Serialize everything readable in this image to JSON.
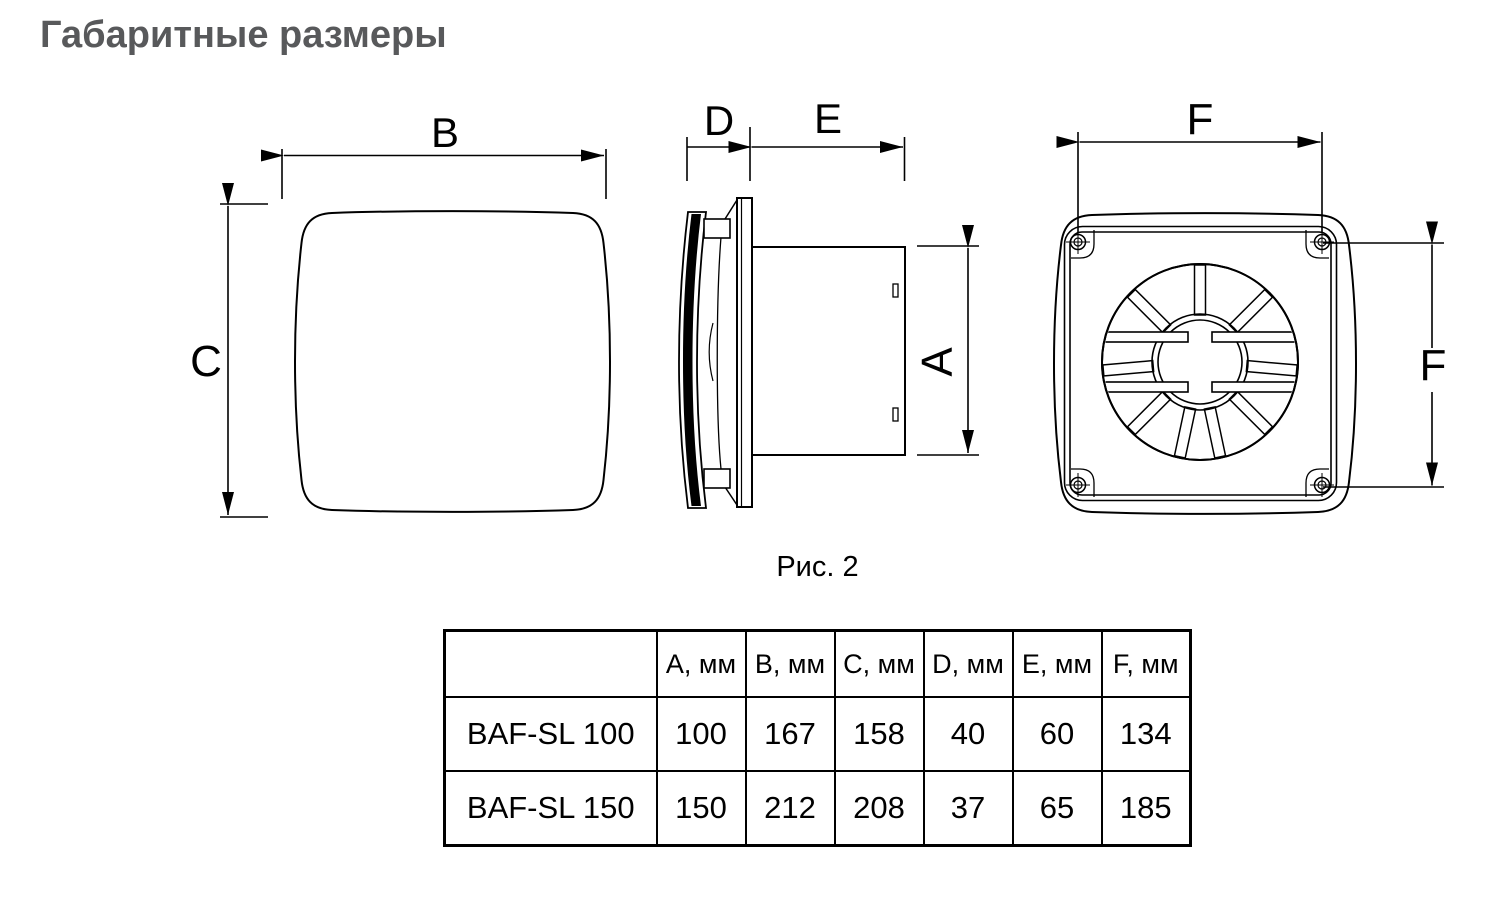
{
  "page": {
    "title": "Габаритные размеры",
    "figure_caption": "Рис. 2"
  },
  "diagram": {
    "front_view": {
      "width_label": "B",
      "height_label": "C"
    },
    "side_view": {
      "depth_label": "D",
      "length_label": "E",
      "diameter_label": "A"
    },
    "back_view": {
      "width_label": "F",
      "height_label": "F"
    }
  },
  "table": {
    "headers": [
      "",
      "A, мм",
      "B, мм",
      "C, мм",
      "D, мм",
      "E, мм",
      "F, мм"
    ],
    "rows": [
      {
        "model": "BAF-SL 100",
        "values": [
          "100",
          "167",
          "158",
          "40",
          "60",
          "134"
        ]
      },
      {
        "model": "BAF-SL 150",
        "values": [
          "150",
          "212",
          "208",
          "37",
          "65",
          "185"
        ]
      }
    ]
  },
  "colors": {
    "title_text": "#58595b",
    "drawing_lines": "#000000",
    "table_text": "#000000",
    "background": "#ffffff"
  }
}
